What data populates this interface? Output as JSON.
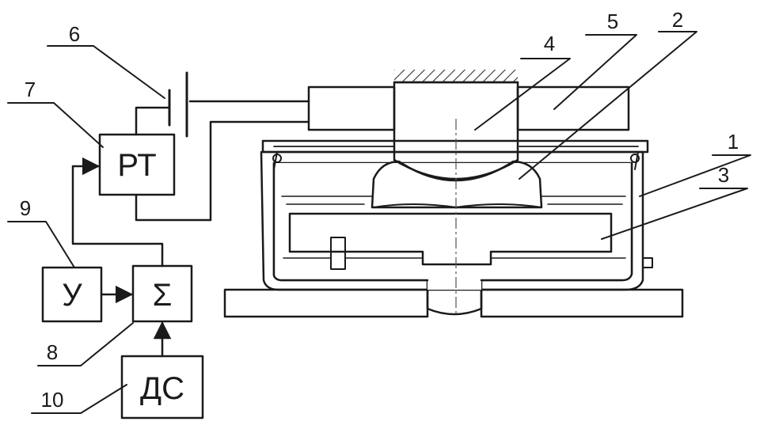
{
  "labels": {
    "n1": "1",
    "n2": "2",
    "n3": "3",
    "n4": "4",
    "n5": "5",
    "n6": "6",
    "n7": "7",
    "n8": "8",
    "n9": "9",
    "n10": "10"
  },
  "blocks": {
    "rt": "РТ",
    "y": "У",
    "sigma": "Σ",
    "ds": "ДС"
  }
}
